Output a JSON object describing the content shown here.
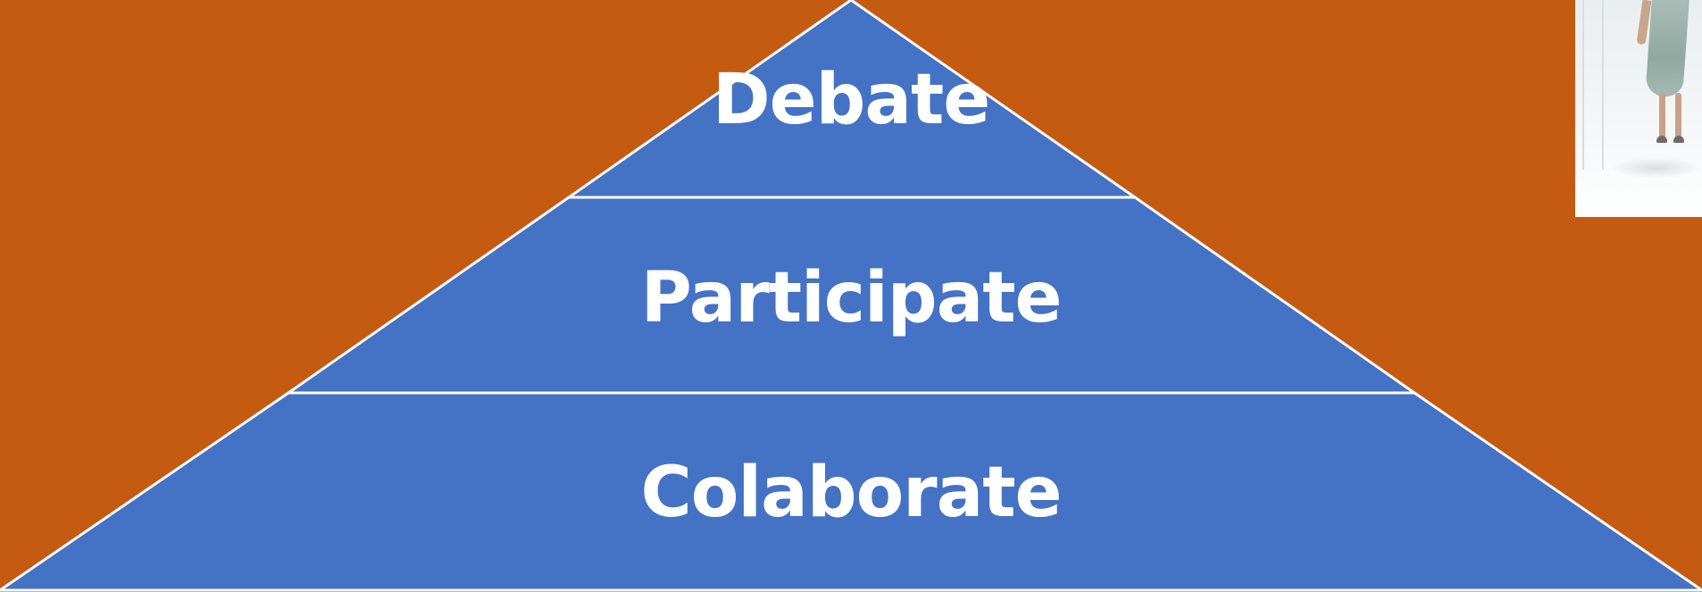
{
  "diagram": {
    "type": "pyramid",
    "tiers": [
      {
        "label": "Debate"
      },
      {
        "label": "Participate"
      },
      {
        "label": "Colaborate"
      }
    ]
  },
  "colors": {
    "background": "#c55a11",
    "tier_fill": "#4472c4",
    "tier_outline": "#ffffff",
    "label_text": "#ffffff"
  },
  "photo": {
    "icon": "walking-person-photo"
  }
}
